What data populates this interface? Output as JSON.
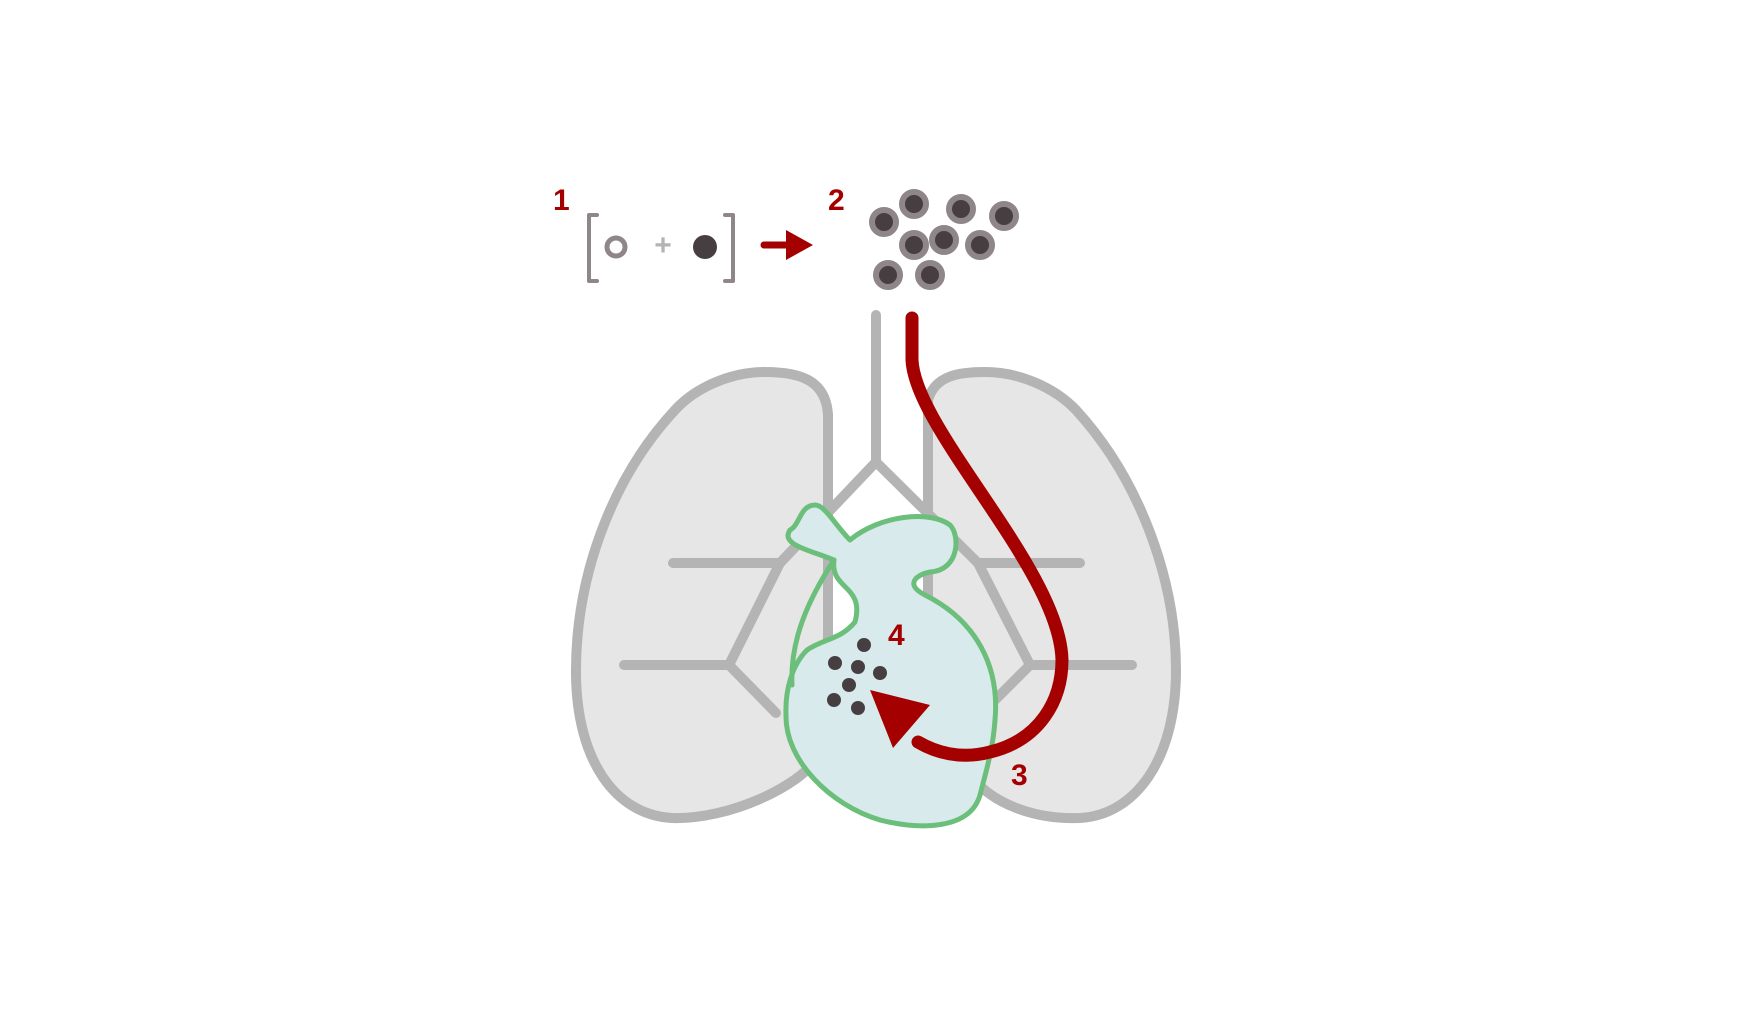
{
  "labels": {
    "step1": "1",
    "step2": "2",
    "step3": "3",
    "step4": "4",
    "plus": "+"
  },
  "colors": {
    "background": "#ffffff",
    "lung_fill": "#e6e6e6",
    "lung_outline": "#b4b4b4",
    "airway": "#b4b4b4",
    "heart_fill": "#d8eaec",
    "heart_outline": "#6bbf7b",
    "label_red": "#a50000",
    "arrow_red": "#a50000",
    "particle_dark": "#473e42",
    "particle_ring": "#8e8688"
  },
  "icons": {
    "step1_left": "open-circle-icon",
    "step1_right": "filled-circle-icon",
    "step1_to_2": "arrow-right-icon",
    "step3_path": "blood-vessel-arrow-icon"
  }
}
